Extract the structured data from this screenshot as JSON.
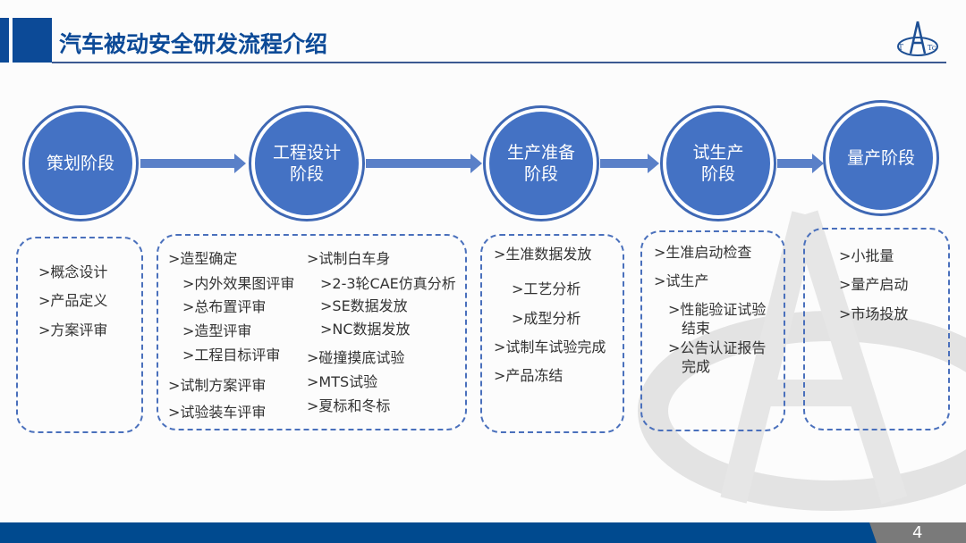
{
  "title": "汽车被动安全研发流程介绍",
  "logo_text": "TATC",
  "page_number": "4",
  "stages": [
    {
      "line1": "策划阶段",
      "line2": ""
    },
    {
      "line1": "工程设计",
      "line2": "阶段"
    },
    {
      "line1": "生产准备",
      "line2": "阶段"
    },
    {
      "line1": "试生产",
      "line2": "阶段"
    },
    {
      "line1": "量产阶段",
      "line2": ""
    }
  ],
  "boxes": {
    "planning": [
      ">概念设计",
      ">产品定义",
      ">方案评审"
    ],
    "engineering_col1": [
      ">造型确定",
      ">内外效果图评审",
      ">总布置评审",
      ">造型评审",
      ">工程目标评审",
      ">试制方案评审",
      ">试验装车评审"
    ],
    "engineering_col2": [
      ">试制白车身",
      ">2-3轮CAE仿真分析",
      ">SE数据发放",
      ">NC数据发放",
      ">碰撞摸底试验",
      ">MTS试验",
      ">夏标和冬标"
    ],
    "preparation": [
      ">生准数据发放",
      ">工艺分析",
      ">成型分析",
      ">试制车试验完成",
      ">产品冻结"
    ],
    "trial": [
      ">生准启动检查",
      ">试生产",
      ">性能验证试验",
      "结束",
      ">公告认证报告",
      "完成"
    ],
    "mass": [
      ">小批量",
      ">量产启动",
      ">市场投放"
    ]
  }
}
